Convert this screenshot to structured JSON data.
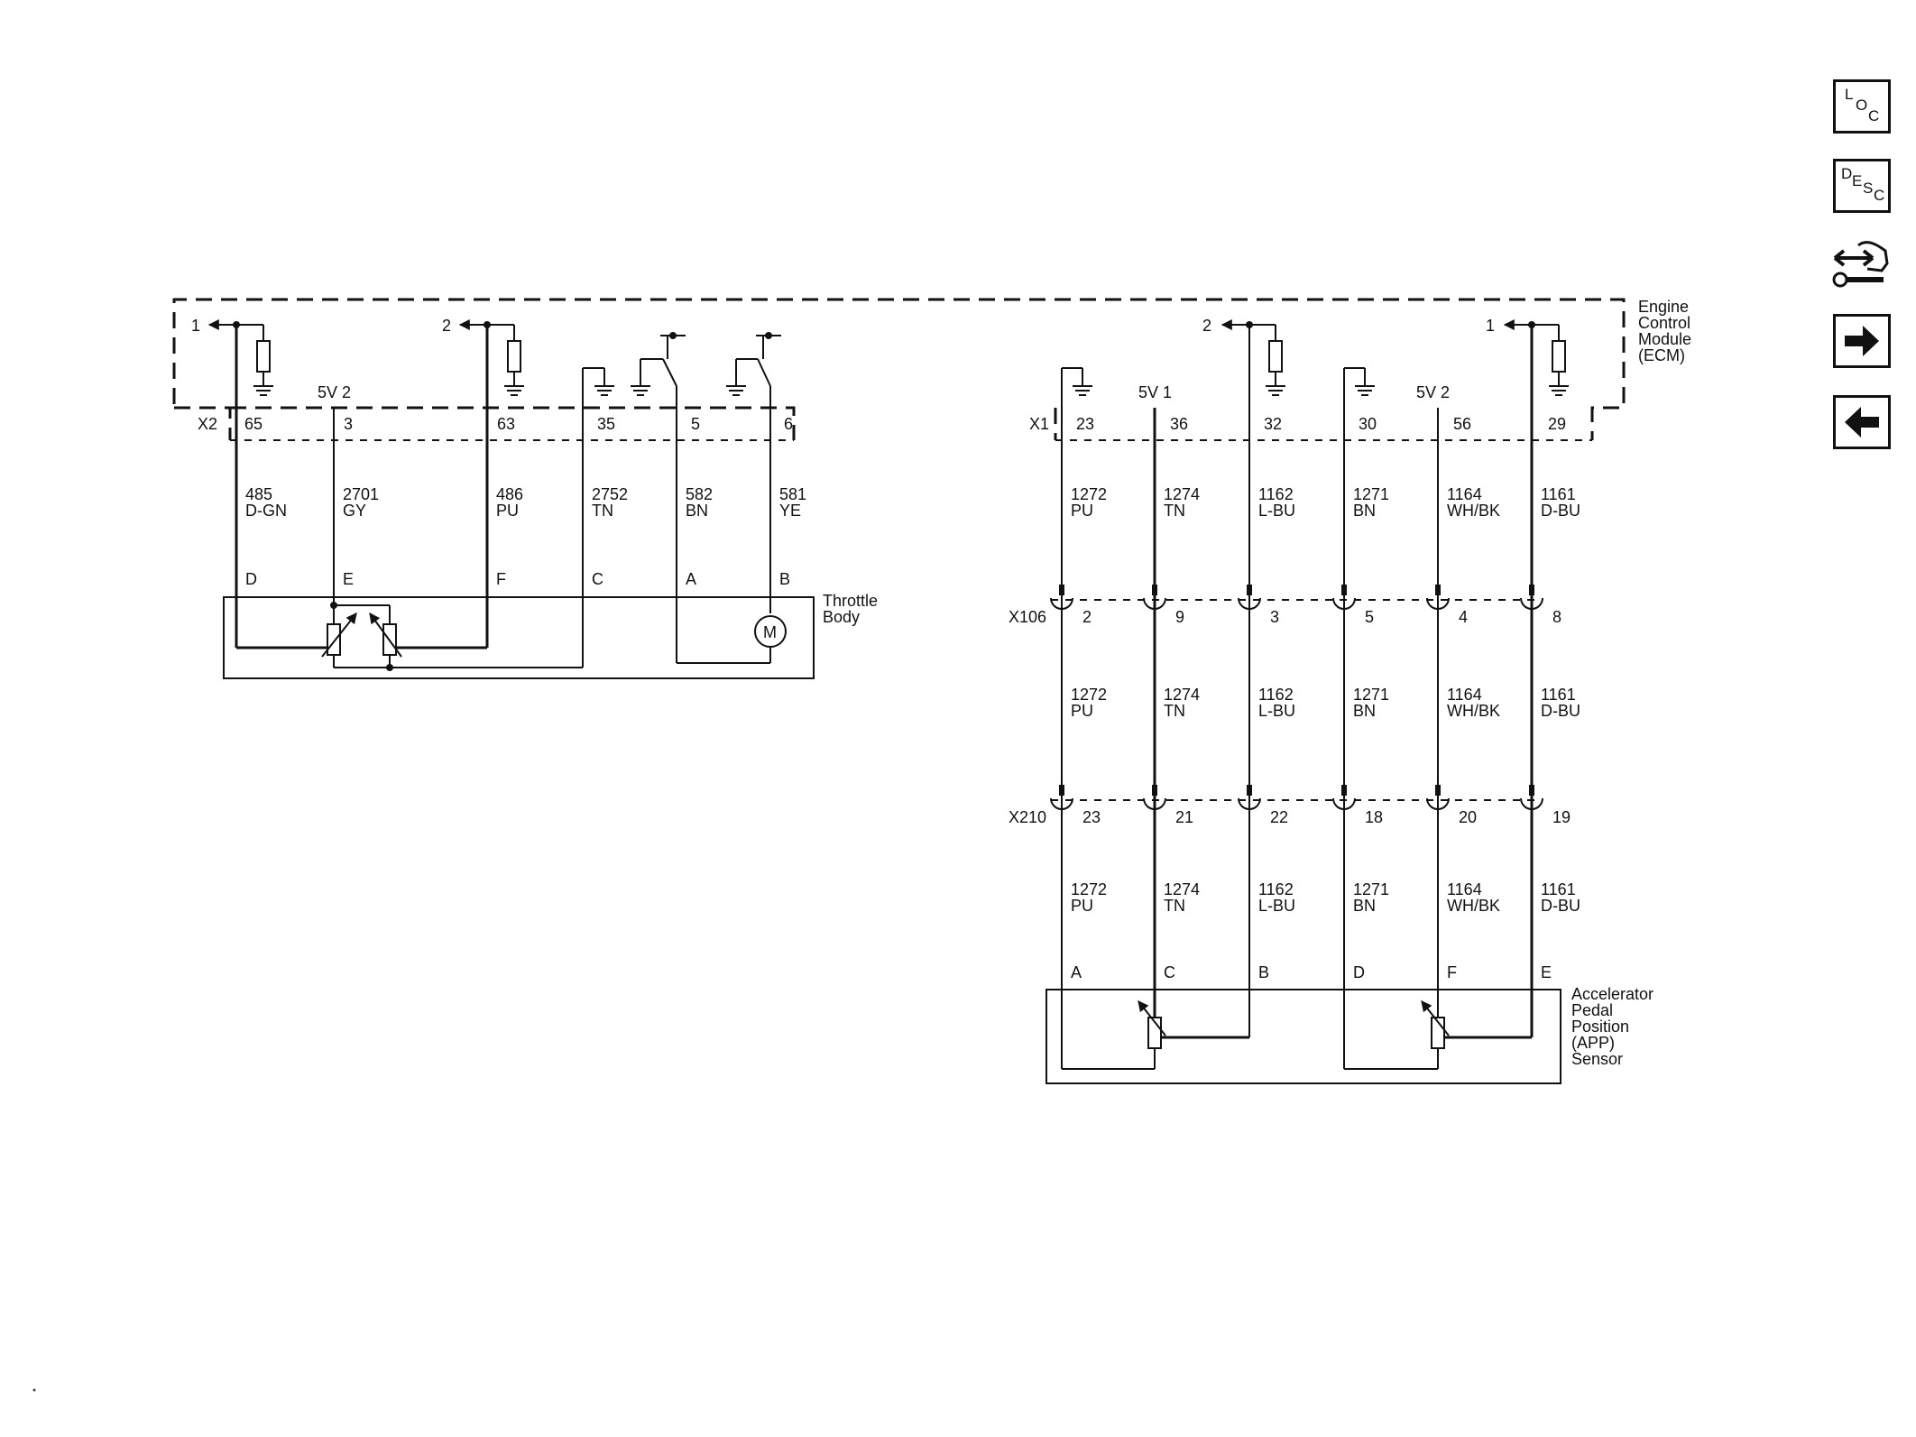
{
  "ecm": {
    "label": [
      "Engine",
      "Control",
      "Module",
      "(ECM)"
    ],
    "x2_label": "X2",
    "x1_label": "X1",
    "x2_pins": [
      "65",
      "3",
      "63",
      "35",
      "5",
      "6"
    ],
    "x1_pins": [
      "23",
      "36",
      "32",
      "30",
      "56",
      "29"
    ],
    "refs": {
      "r1": "1",
      "r2": "2",
      "r3": "2",
      "r4": "1",
      "v5_a": "5V 2",
      "v5_b": "5V 1",
      "v5_c": "5V 2"
    }
  },
  "throttle_wires": [
    {
      "circuit": "485",
      "color": "D-GN"
    },
    {
      "circuit": "2701",
      "color": "GY"
    },
    {
      "circuit": "486",
      "color": "PU"
    },
    {
      "circuit": "2752",
      "color": "TN"
    },
    {
      "circuit": "582",
      "color": "BN"
    },
    {
      "circuit": "581",
      "color": "YE"
    }
  ],
  "throttle_body": {
    "label": [
      "Throttle",
      "Body"
    ],
    "pins": [
      "D",
      "E",
      "F",
      "C",
      "A",
      "B"
    ],
    "motor": "M"
  },
  "app_wires": [
    {
      "circuit": "1272",
      "color": "PU"
    },
    {
      "circuit": "1274",
      "color": "TN"
    },
    {
      "circuit": "1162",
      "color": "L-BU"
    },
    {
      "circuit": "1271",
      "color": "BN"
    },
    {
      "circuit": "1164",
      "color": "WH/BK"
    },
    {
      "circuit": "1161",
      "color": "D-BU"
    }
  ],
  "x106": {
    "label": "X106",
    "pins": [
      "2",
      "9",
      "3",
      "5",
      "4",
      "8"
    ]
  },
  "x210": {
    "label": "X210",
    "pins": [
      "23",
      "21",
      "22",
      "18",
      "20",
      "19"
    ]
  },
  "app_sensor": {
    "label": [
      "Accelerator",
      "Pedal",
      "Position",
      "(APP)",
      "Sensor"
    ],
    "pins": [
      "A",
      "C",
      "B",
      "D",
      "F",
      "E"
    ]
  },
  "nav": {
    "loc": [
      "L",
      "O",
      "C"
    ],
    "desc": [
      "D",
      "E",
      "S",
      "C"
    ]
  }
}
